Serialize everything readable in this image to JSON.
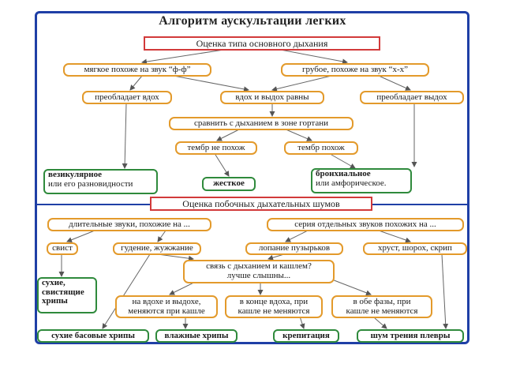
{
  "title": "Алгоритм аускультации легких",
  "section1": {
    "header": "Оценка типа основного дыхания",
    "soft": "мягкое похоже на звук “ф-ф”",
    "rough": "грубое, похоже на звук “х-х”",
    "inhale_dom": "преобладает вдох",
    "equal": "вдох и выдох равны",
    "exhale_dom": "преобладает  выдох",
    "compare": "сравнить с дыханием в зоне гортани",
    "timbre_not": "тембр не похож",
    "timbre_like": "тембр похож",
    "vesicular_1": "везикулярное",
    "vesicular_2": "или его разновидности",
    "harsh": "жесткое",
    "bronchial_1": "бронхиальное",
    "bronchial_2": "или амфорическое."
  },
  "section2": {
    "header": "Оценка побочных дыхательных шумов",
    "long_sounds": "длительные звуки, похожие на ...",
    "series": "серия отдельных звуков похожих на ...",
    "whistle": "свист",
    "buzz": "гудение, жужжание",
    "bubbles": "лопание пузырьков",
    "crunch": "хруст, шорох, скрип",
    "link_q1": "связь с дыханием и кашлем?",
    "link_q2": "лучше слышны...",
    "dry_1": "сухие,",
    "dry_2": "свистящие",
    "dry_3": "хрипы",
    "both_1": "на вдохе и выдохе,",
    "both_2": "меняются при кашле",
    "end_1": "в конце вдоха, при",
    "end_2": "кашле не меняются",
    "phases_1": "в обе фазы, при",
    "phases_2": "кашле не меняются",
    "dry_bass": "сухие басовые хрипы",
    "wet": "влажные хрипы",
    "crepitation": "крепитация",
    "friction": "шум трения плевры"
  }
}
